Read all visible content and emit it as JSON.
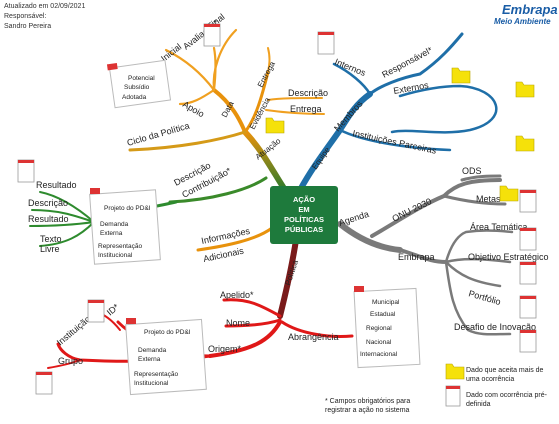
{
  "header": {
    "updated": "Atualizado em 02/09/2021",
    "responsible_label": "Responsável:",
    "responsible_name": "Sandro Pereira"
  },
  "logo": {
    "brand": "Embrapa",
    "sub": "Meio Ambiente"
  },
  "center": {
    "lines": [
      "AÇÃO",
      "EM",
      "POLÍTICAS",
      "PÚBLICAS"
    ]
  },
  "branches": {
    "atuacao": {
      "label": "Atuação",
      "data": {
        "label": "Data",
        "items": [
          "Final",
          "Avaliação*",
          "Inicial",
          "Apoio"
        ]
      },
      "evidencia": {
        "label": "Evidência",
        "items": [
          "Entrega",
          "Descrição",
          "Entrega"
        ]
      },
      "ciclo": "Ciclo da Política",
      "contribuicao": {
        "label": "Descrição Contribuição*",
        "line1": "Descrição",
        "line2": "Contribuição*"
      },
      "fase_options": [
        "Potencial",
        "Subsídio",
        "Adotada"
      ]
    },
    "equipe": {
      "label": "Equipe",
      "membros": "Membros",
      "internos": "Internos",
      "externos": "Externos",
      "responsavel": "Responsável*",
      "instituicoes": "Instituições Parceiras"
    },
    "agenda": {
      "label": "Agenda",
      "onu": "ONU 2030",
      "ods": "ODS",
      "metas": "Metas",
      "embrapa": "Embrapa",
      "embrapa_items": [
        "Área Temática",
        "Objetivo Estratégico",
        "Portfólio",
        "Desafio de Inovação"
      ]
    },
    "politica": {
      "label": "Política",
      "apelido": "Apelido*",
      "nome": "Nome",
      "origem": "Origem*",
      "abrangencia": "Abrangência",
      "abrangencia_options": [
        "Municipal",
        "Estadual",
        "Regional",
        "Nacional",
        "Internacional"
      ],
      "id": "ID*",
      "instituicao": "Instituição",
      "grupo": "Grupo",
      "origem_options": [
        "Projeto do PD&I",
        "Demanda Externa",
        "Representação Institucional"
      ]
    },
    "informacoes": {
      "line1": "Informações",
      "line2": "Adicionais"
    },
    "resultado": {
      "label": "Resultado",
      "descricao": "Descrição",
      "resultado2": "Resultado",
      "texto": "Texto",
      "livre": "Livre",
      "options": [
        "Projeto do PD&I",
        "Demanda Externa",
        "Representação Institucional"
      ]
    }
  },
  "legend": {
    "multi": "Dado que aceita mais de uma ocorrência",
    "predef": "Dado com ocorrência pré-definida"
  },
  "note": "* Campos obrigatórios para registrar a ação no sistema",
  "colors": {
    "center": "#1e7a3c",
    "atuacao": "#e8920c",
    "equipe": "#1f6fa8",
    "agenda": "#7a7a7a",
    "politica": "#e01818",
    "resultado": "#2e8b2e",
    "informacoes": "#e8920c",
    "folder": "#f5e10a"
  }
}
